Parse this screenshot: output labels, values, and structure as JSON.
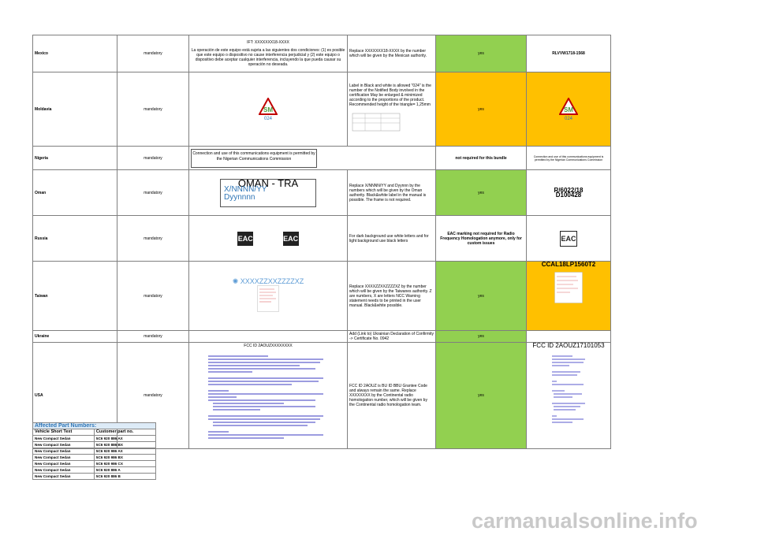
{
  "rows": {
    "mexico": {
      "country": "Mexico",
      "status": "mandatory",
      "text_head": "IFT: XXXXXXX18-XXXX",
      "text_body": "La operación de este equipo está sujeta a las siguientes dos condiciones: (1) es posible que este equipo o dispositivo no cause interferencia perjudicial y (2) este equipo o dispositivo debe aceptar cualquier interferencia, incluyendo la que pueda causar su operación no deseada.",
      "instr": "Replace XXXXXXX18-XXXX by the number which will be given by the Mexican authority.",
      "yes": "yes",
      "value": "RLVVW1718-1568"
    },
    "moldova": {
      "country": "Moldavia",
      "status": "mandatory",
      "logo_num": "024",
      "instr": "Label in Black and white is allowed \"024\" is the number of the Notified Body involved in the certification May be enlarged & minimized according to the proportions of the product. Recommended height of the triangle= 1,25mm",
      "yes": "yes",
      "value_num": "024"
    },
    "nigeria": {
      "country": "Nigeria",
      "status": "mandatory",
      "box_text": "Connection and use of this communications equipment is permitted by the Nigerian Communications Commission",
      "yes": "not required for this bundle",
      "value": "Connection and use of this communications equipment is permitted by the Nigerian Communications Commission"
    },
    "oman": {
      "country": "Oman",
      "status": "mandatory",
      "box_title": "OMAN - TRA",
      "box_line1": "X/NNNN/YY",
      "box_line2": "Dyynnnn",
      "instr": "Replace X/NNNN/YY and Dyynnn by the numbers which will be given by the Oman authority. Black&white label in the manual is possible. The frame is not required.",
      "yes": "yes",
      "value1": "R/6022/18",
      "value2": "D100428"
    },
    "russia": {
      "country": "Russia",
      "status": "mandatory",
      "eac": "EAC",
      "instr": "For dark background use white letters and for light background use black letters",
      "yes": "EAC marking not required for Radio Frequency Homologation anymore, only for custom issues",
      "value": "EAC"
    },
    "taiwan": {
      "country": "Taiwan",
      "status": "mandatory",
      "logo_text": "XXXXZZXXZZZZXZ",
      "instr": "Replace XXXXZZXXZZZZXZ by the number which will be given by the Taiwanes authority. Z are numbers, X are letters NCC Warning statement needs to be printed in the user manual. Black&white possible.",
      "yes": "yes",
      "value": "CCAL18LP1560T2"
    },
    "ukraine": {
      "country": "Ukraine",
      "status": "mandatory",
      "instr": "Add (Link to) Ukrainian Declaration of Confirmity -> Certificate No. 0942",
      "yes": "yes"
    },
    "usa": {
      "country": "USA",
      "status": "mandatory",
      "text_head": "FCC ID 2AOUZXXXXXXXX",
      "instr": "FCC ID 2AOUZ is BU ID BBU Grantee Code and always remain the same. Replace XXXXXXXX by the Continental radio homologation number, which will be given by the Continental radio homologation team.",
      "yes": "yes",
      "value": "FCC ID 2AOUZ17101053"
    }
  },
  "parts": {
    "title": "Affected Part Numbers:",
    "col1": "Vehicle Short Text",
    "col2": "Customer part no.",
    "rows": [
      {
        "text": "New Compact Sedan",
        "part": "5C6 920 886 AX"
      },
      {
        "text": "New Compact Sedan",
        "part": "5C6 920 886 BX"
      },
      {
        "text": "New Compact Sedan",
        "part": "5C6 920 986 AX"
      },
      {
        "text": "New Compact Sedan",
        "part": "5C6 920 986 BX"
      },
      {
        "text": "New Compact Sedan",
        "part": "5C6 920 986 CX"
      },
      {
        "text": "New Compact Sedan",
        "part": "5C6 920 886 A"
      },
      {
        "text": "New Compact Sedan",
        "part": "5C6 920 886 B"
      }
    ]
  },
  "watermark": "carmanualsonline.info"
}
